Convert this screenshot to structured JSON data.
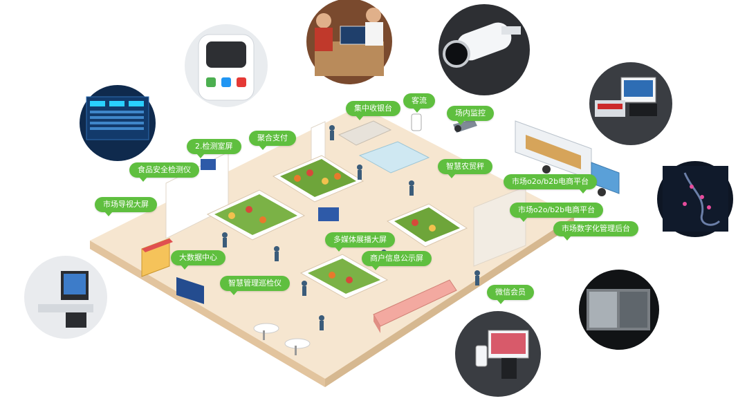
{
  "colors": {
    "label_green": "#5fbf3f",
    "floor": "#f6e6d0",
    "floor_edge": "#ead2b2",
    "produce_green": "#6ea53a",
    "produce_orange": "#e8792c",
    "produce_red": "#d7493a",
    "circle_dark": "#2d2f33"
  },
  "labels": {
    "central_checkout": "集中收银台",
    "customer_flow": "客流",
    "onsite_monitoring": "场内监控",
    "testing_room_screen": "2.检测室屏",
    "aggregate_payment": "聚合支付",
    "food_safety_tester": "食品安全检测仪",
    "smart_farm_scale": "智慧农贸秤",
    "market_guide_screen": "市场导视大屏",
    "o2o_platform_1": "市场o2o/b2b电商平台",
    "o2o_platform_2": "市场o2o/b2b电商平台",
    "digital_management": "市场数字化管理后台",
    "multimedia_screen": "多媒体展播大屏",
    "big_data_center": "大数据中心",
    "merchant_info_screen": "商户信息公示屏",
    "smart_inspection": "智慧管理巡检仪",
    "wechat_member": "微信会员"
  },
  "devices": [
    {
      "icon": "detector-device-icon"
    },
    {
      "icon": "checkout-counter-photo-icon"
    },
    {
      "icon": "security-camera-icon"
    },
    {
      "icon": "dashboard-screen-icon"
    },
    {
      "icon": "pos-terminal-icon"
    },
    {
      "icon": "map-platform-icon"
    },
    {
      "icon": "electronic-scale-icon"
    },
    {
      "icon": "cctv-view-icon"
    },
    {
      "icon": "mobile-pos-icon"
    }
  ]
}
